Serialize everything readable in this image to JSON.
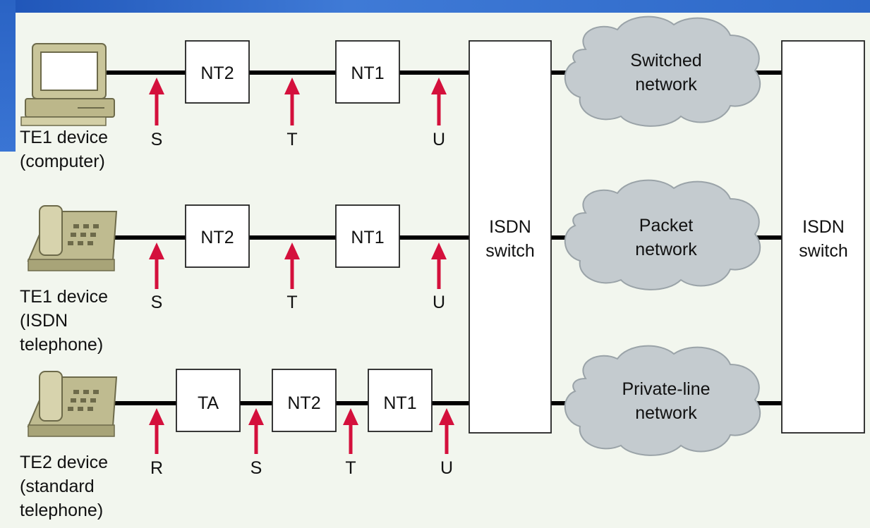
{
  "devices": [
    {
      "line1": "TE1 device",
      "line2": "(computer)",
      "line3": ""
    },
    {
      "line1": "TE1 device",
      "line2": "(ISDN",
      "line3": "telephone)"
    },
    {
      "line1": "TE2 device",
      "line2": "(standard",
      "line3": "telephone)"
    }
  ],
  "rows": [
    {
      "boxes": [
        "NT2",
        "NT1"
      ],
      "points": [
        "S",
        "T",
        "U"
      ]
    },
    {
      "boxes": [
        "NT2",
        "NT1"
      ],
      "points": [
        "S",
        "T",
        "U"
      ]
    },
    {
      "boxes": [
        "TA",
        "NT2",
        "NT1"
      ],
      "points": [
        "R",
        "S",
        "T",
        "U"
      ]
    }
  ],
  "switch_left": {
    "line1": "ISDN",
    "line2": "switch"
  },
  "switch_right": {
    "line1": "ISDN",
    "line2": "switch"
  },
  "networks": [
    {
      "line1": "Switched",
      "line2": "network"
    },
    {
      "line1": "Packet",
      "line2": "network"
    },
    {
      "line1": "Private-line",
      "line2": "network"
    }
  ],
  "colors": {
    "arrow": "#d4103c",
    "cloud": "#c4cbcf",
    "panel": "#f2f6ee",
    "frame": "#2f67c9"
  }
}
